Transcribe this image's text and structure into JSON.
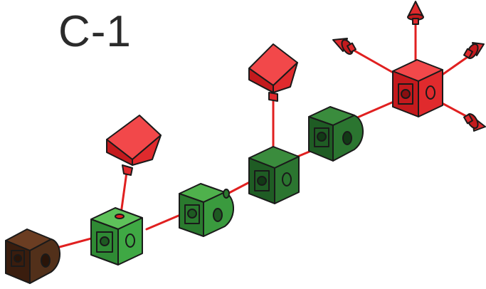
{
  "title": "C-1",
  "colors": {
    "connector": "#e02020",
    "green_top": "#5ec15a",
    "green_left": "#2f8a34",
    "green_right": "#3fa844",
    "dark_green_top": "#3a8c3d",
    "dark_green_left": "#1f5c24",
    "dark_green_right": "#2b7530",
    "red_top": "#f2484a",
    "red_left": "#c41a1d",
    "red_right": "#e02a2d",
    "brown_top": "#6b3d22",
    "brown_left": "#3a1d0e",
    "brown_right": "#52301a",
    "outline": "#1a1a1a"
  },
  "parts": [
    {
      "name": "brown-round-block",
      "color": "brown"
    },
    {
      "name": "green-cube-1",
      "color": "green"
    },
    {
      "name": "red-angle-block-1",
      "color": "red"
    },
    {
      "name": "green-round-block-1",
      "color": "green"
    },
    {
      "name": "green-cube-2",
      "color": "dark_green"
    },
    {
      "name": "red-angle-block-2",
      "color": "red"
    },
    {
      "name": "green-round-block-2",
      "color": "dark_green"
    },
    {
      "name": "red-hub-cube",
      "color": "red"
    },
    {
      "name": "red-cone-top",
      "color": "red"
    },
    {
      "name": "red-cone-left",
      "color": "red"
    },
    {
      "name": "red-cone-right",
      "color": "red"
    },
    {
      "name": "red-cone-bottom-right",
      "color": "red"
    }
  ]
}
